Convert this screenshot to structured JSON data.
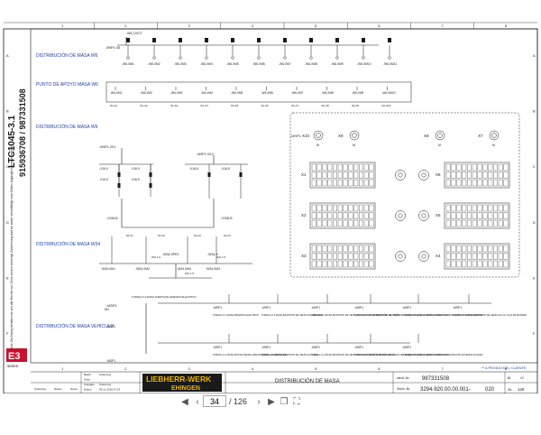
{
  "sheet": {
    "grid_cols": [
      "1",
      "2",
      "3",
      "4",
      "5",
      "6",
      "7",
      "8"
    ],
    "grid_rows": [
      "A",
      "B",
      "C",
      "D",
      "E",
      "F"
    ],
    "side_codes": {
      "doc": "LTC1045-3.1",
      "number": "915936708 / 987331508"
    },
    "side_note": "Für diese Zeichnung behalten wir uns alle Rechte vor. Ohne unsere vorherige Zustimmung darf sie weder vervielfältigt noch Dritten zugänglich gemacht werden.",
    "e3_logo": "E3",
    "e3_sub": "series",
    "sections": {
      "w6": "DISTRIBUCIÓN DE MASA W6",
      "apoyo": "PUNTO DE APOYO MASA W6",
      "w9": "DISTRIBUCIÓN DE MASA W9",
      "w34": "DISTRIBUCIÓN DE MASA W34",
      "vehiculo": "DISTRIBUCIÓN DE MASA VEHÍCULO"
    },
    "w6": {
      "top_label": "-W6_DXCT",
      "bus_label": "-MSP1.X8",
      "terminals": [
        "-W6,XM1",
        "-W6,XM2",
        "-W6,XM3",
        "-W6,XM4",
        "-W6,XM5",
        "-W6,XM6",
        "-W6,XM7",
        "-W6,XM8",
        "-W6,XM9",
        "-W6,XM10",
        "-W6,XM11"
      ]
    },
    "apoyo": {
      "terminals": [
        "-W6,XM1",
        "-W6,XM2",
        "-W6,XM3",
        "-W6,XM4",
        "-W6,XM5",
        "-W6,XM6",
        "-W6,XM7",
        "-W6,XM8",
        "-W6,XM9",
        "-W6,XM10"
      ],
      "wires": [
        "0A,A1",
        "0A,A2",
        "0A,A3",
        "0A,A4",
        "0A,A5",
        "0A,A6",
        "0A,A7",
        "0A,A8",
        "0A,A9",
        "0A,A10"
      ]
    },
    "w9": {
      "left_top": "-MSP1.X9:1",
      "mid_top": "-MSP1.X9:2",
      "left_terms": [
        "-X16,9",
        "-X16,9",
        "-X16,9",
        "-X16,9"
      ],
      "mid_terms": [
        "-X16,8",
        "-X16,8"
      ],
      "label_334": "-X334,B",
      "label_335": "-X335,B",
      "wires": [
        "0A,21",
        "0A,22",
        "0A,23",
        "0A,24"
      ]
    },
    "w34": {
      "terminals": [
        "-W34,XM1",
        "-W34,XM2",
        "-W34,XM4",
        "-W34,XM3"
      ],
      "label_main": "-W34,SPEZ",
      "label_dot": "-W34,X",
      "wh_labels": [
        "WH 1.5",
        "WH 1.5",
        "WH 1.5"
      ]
    },
    "connector": {
      "bus": "-MSP1",
      "top": [
        {
          "name": "X10",
          "sub": "M"
        },
        {
          "name": "X9",
          "sub": "M"
        },
        {
          "name": "X8",
          "sub": "M"
        },
        {
          "name": "X7",
          "sub": "M"
        }
      ],
      "blocks": [
        "X1",
        "X2",
        "X3",
        "X6",
        "X5",
        "X4"
      ]
    },
    "vehiculo": {
      "bus": "-MSP1",
      "left_label": "TORNILLO A MASA PUERTA DE ARMARIO ELECTRICO",
      "top_items": [
        {
          "ref": "-MSP1",
          "desc": "TORNILLO A MASA ARMARIO ELECTRICO"
        },
        {
          "ref": "-MSP1",
          "desc": "TORNILLO A MASA BASTIDOR DE VEHÍCULO DELANTE"
        },
        {
          "ref": "-MSP1",
          "desc": "TORNILLO A MASA BASTIDOR DE VEHÍCULO PIVOTE CORRESPOND. DE PIÑÓN"
        },
        {
          "ref": "-MSP1",
          "desc": "TORNILLO A MASA BASTIDOR DE VEHÍCULO ALIMENTACIÓN EXTERNA 1 SENSORS"
        },
        {
          "ref": "-MSP1",
          "desc": "TORNILLO A MASA CHASIS PARTIDO ALIMENTACIÓN EXTERNA 110/230V"
        },
        {
          "ref": "-MSP1",
          "desc": "TORNILLO A MASA BASTIDOR DE VEHÍCULO AL CAJA DE BATERÍA"
        }
      ],
      "bottom_items": [
        {
          "ref": "-MSP1",
          "desc": "TORNILLO A MASA MOTOR DIESEL ARRANCADOR / ALTERNADOR"
        },
        {
          "ref": "-MSP1",
          "desc": "TORNILLO A MASA BASTIDOR DE VEHÍCULO CAJA"
        },
        {
          "ref": "-MSP1",
          "desc": "TORNILLO A MASA BASTIDOR DE VEHÍCULO TRANSMISIÓN DE EFFICIENT"
        },
        {
          "ref": "-MSP1",
          "desc": "TORNILLO A MASA BASTIDOR DE VEHÍCULO ALIMENTACIÓN EXTERNA 1 SENSORS"
        },
        {
          "ref": "-MSP1",
          "desc": "TORNILLO A MASA CHASIS PARTIDO ALIMENTACIÓN EXTERNA 110/230V"
        }
      ],
      "note": "** A PEDIDO DEL CLIENTE",
      "left_refs": [
        "-W1",
        "-MSP1",
        "-MSP1"
      ]
    },
    "titleblock": {
      "revision_label": "Änderung",
      "date_label": "Datum",
      "name_label": "Name",
      "rows": [
        {
          "k": "Bearb.",
          "v": "Änderung"
        },
        {
          "k": "Gepr.",
          "v": ""
        },
        {
          "k": "Freigabe",
          "v": "Änderung"
        },
        {
          "k": "Datum",
          "v": "04.11.2016  07:23"
        }
      ],
      "brand_top": "LIEBHERR-WERK",
      "brand_bottom": "EHINGEN",
      "title": "DISTRIBUCIÓN DE MASA",
      "ident_label": "Ident.-Nr.",
      "ident": "987331508",
      "zeich_label": "Zeich.-Nr.",
      "zeich": "3294-920.00.00.001-",
      "sheet_no": "020",
      "sheet_label": "Bl.",
      "sheet_a": "+Z",
      "sheet_b": "126",
      "sheet_small": "34"
    }
  },
  "viewer": {
    "page_current": "34",
    "page_total": "/ 126",
    "colors": {
      "line": "#1a1a1a",
      "section": "#1e3fa8",
      "logo_bg": "#c8102e",
      "brand": "#e8b400"
    }
  }
}
